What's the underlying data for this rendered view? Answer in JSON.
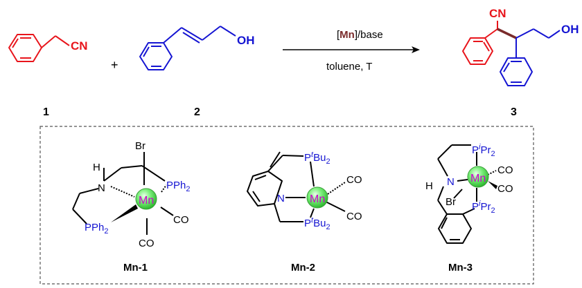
{
  "colors": {
    "red": "#e8141b",
    "blue": "#1414d2",
    "black": "#000000",
    "gray": "#333333",
    "manganese_text": "#cc00cc",
    "manganese_ball": "#66ee66",
    "manganese_label": "#7a2b2b",
    "box_border": "#555555"
  },
  "reaction": {
    "reactant1": {
      "label": "1",
      "cn": "CN"
    },
    "plus": "+",
    "reactant2": {
      "label": "2",
      "oh": "OH"
    },
    "conditions": {
      "above_lbracket": "[",
      "above_metal": "Mn",
      "above_rest": "]/base",
      "below": "toluene, T"
    },
    "product": {
      "label": "3",
      "cn": "CN",
      "oh": "OH"
    }
  },
  "catalysts": [
    {
      "name": "Mn-1",
      "metal": "Mn",
      "br": "Br",
      "h": "H",
      "n": "N",
      "pph2_top": "PPh",
      "pph2_bottom": "PPh",
      "sub2": "2",
      "co_right": "CO",
      "co_bottom": "CO"
    },
    {
      "name": "Mn-2",
      "metal": "Mn",
      "n": "N",
      "p_top": "P",
      "p_bottom": "P",
      "sup_t": "t",
      "bu2": "Bu",
      "sub2": "2",
      "co_top": "CO",
      "co_bottom": "CO"
    },
    {
      "name": "Mn-3",
      "metal": "Mn",
      "h": "H",
      "n": "N",
      "br": "Br",
      "p_top": "P",
      "p_bottom": "P",
      "sup_i": "i",
      "pr2": "Pr",
      "sub2": "2",
      "co_1": "CO",
      "co_2": "CO"
    }
  ]
}
